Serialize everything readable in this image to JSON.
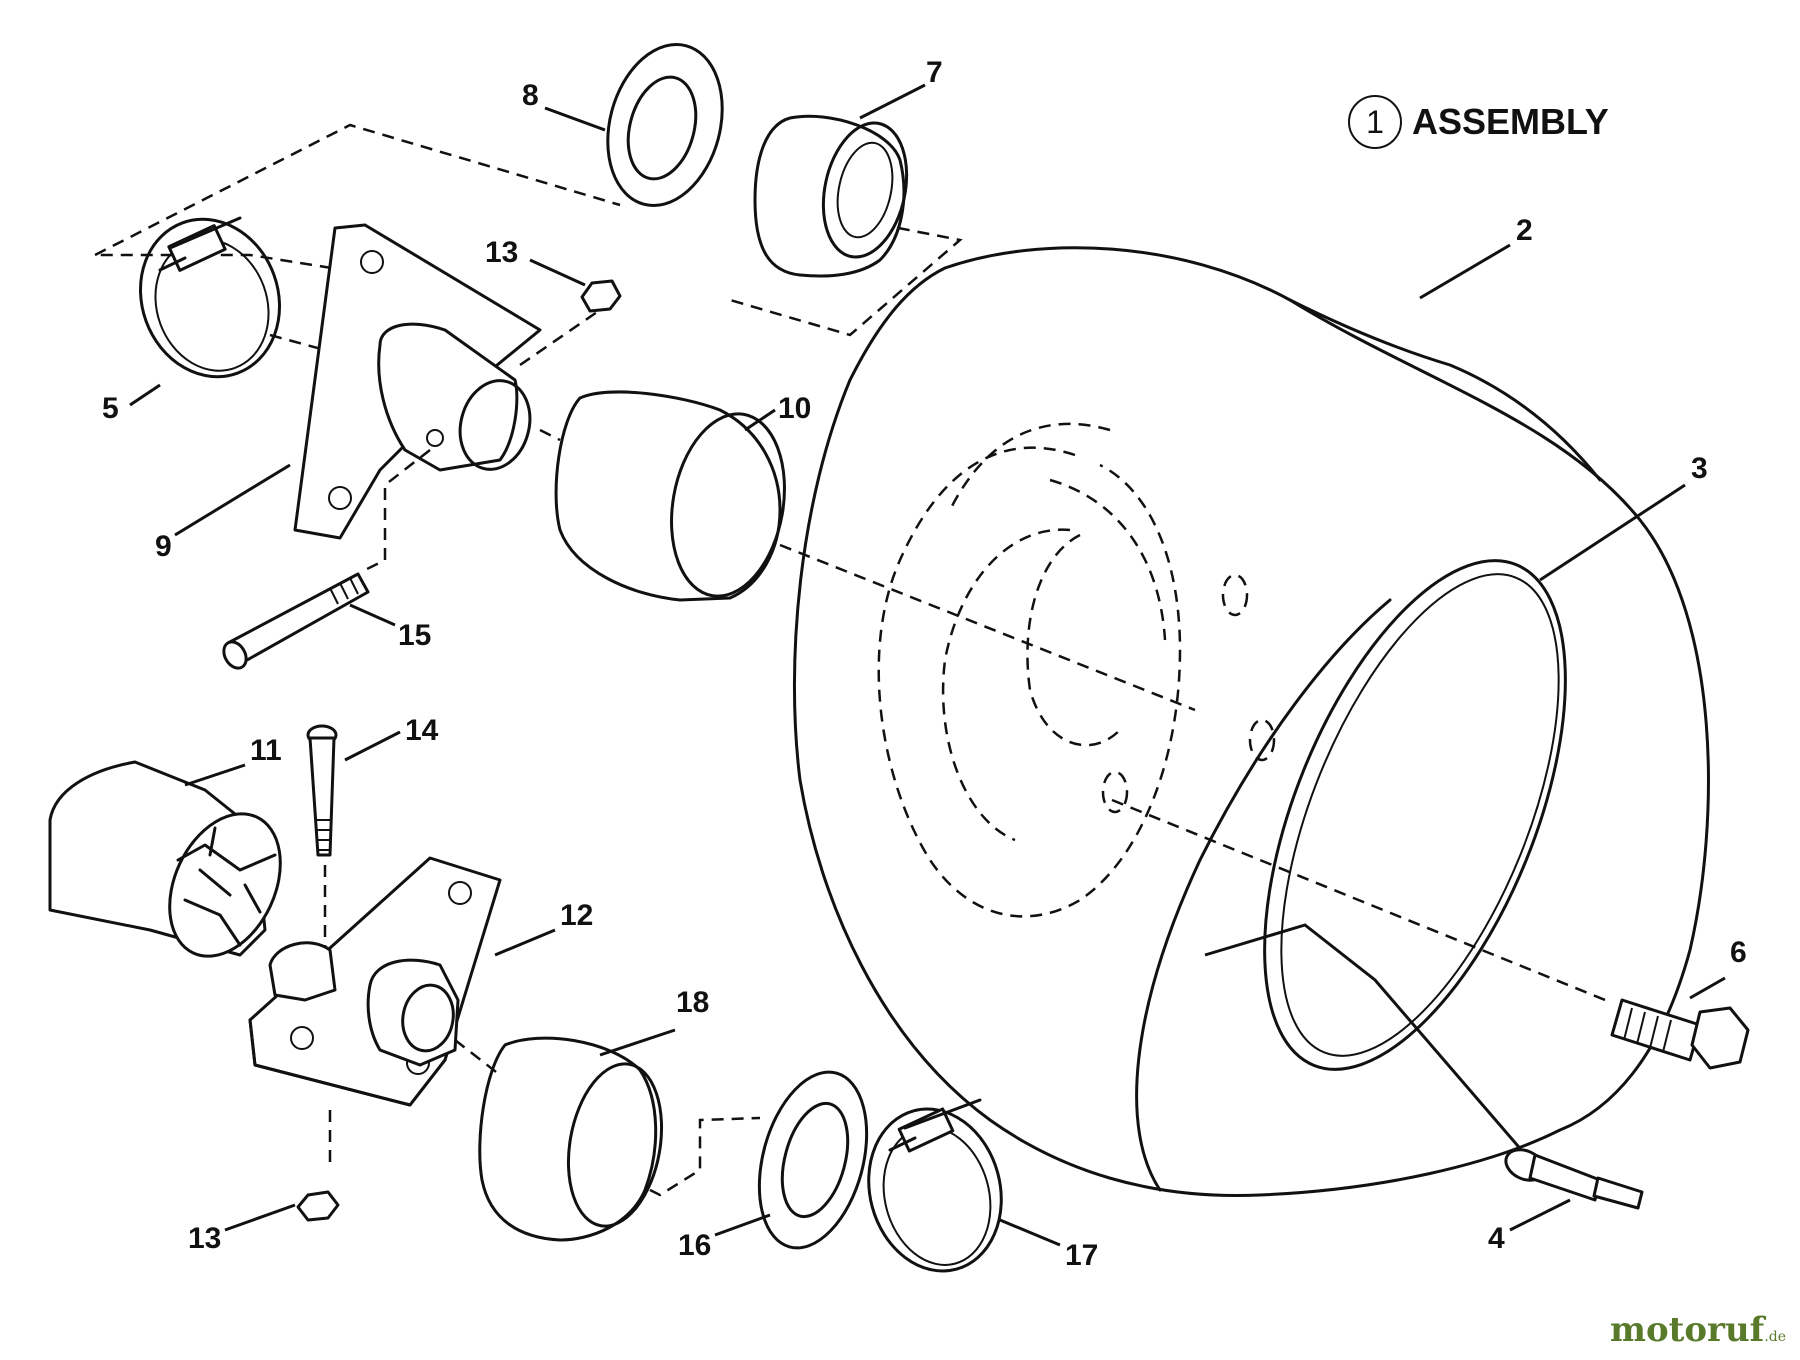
{
  "title": {
    "number": "1",
    "text": "ASSEMBLY"
  },
  "callouts": {
    "c2": "2",
    "c3": "3",
    "c4": "4",
    "c5": "5",
    "c6": "6",
    "c7": "7",
    "c8": "8",
    "c9": "9",
    "c10": "10",
    "c11": "11",
    "c12": "12",
    "c13a": "13",
    "c13b": "13",
    "c14": "14",
    "c15": "15",
    "c16": "16",
    "c17": "17",
    "c18": "18"
  },
  "watermark": {
    "name": "motoruf",
    "tld": ".de"
  },
  "colors": {
    "line": "#111111",
    "watermark": "#5a7a2b"
  }
}
